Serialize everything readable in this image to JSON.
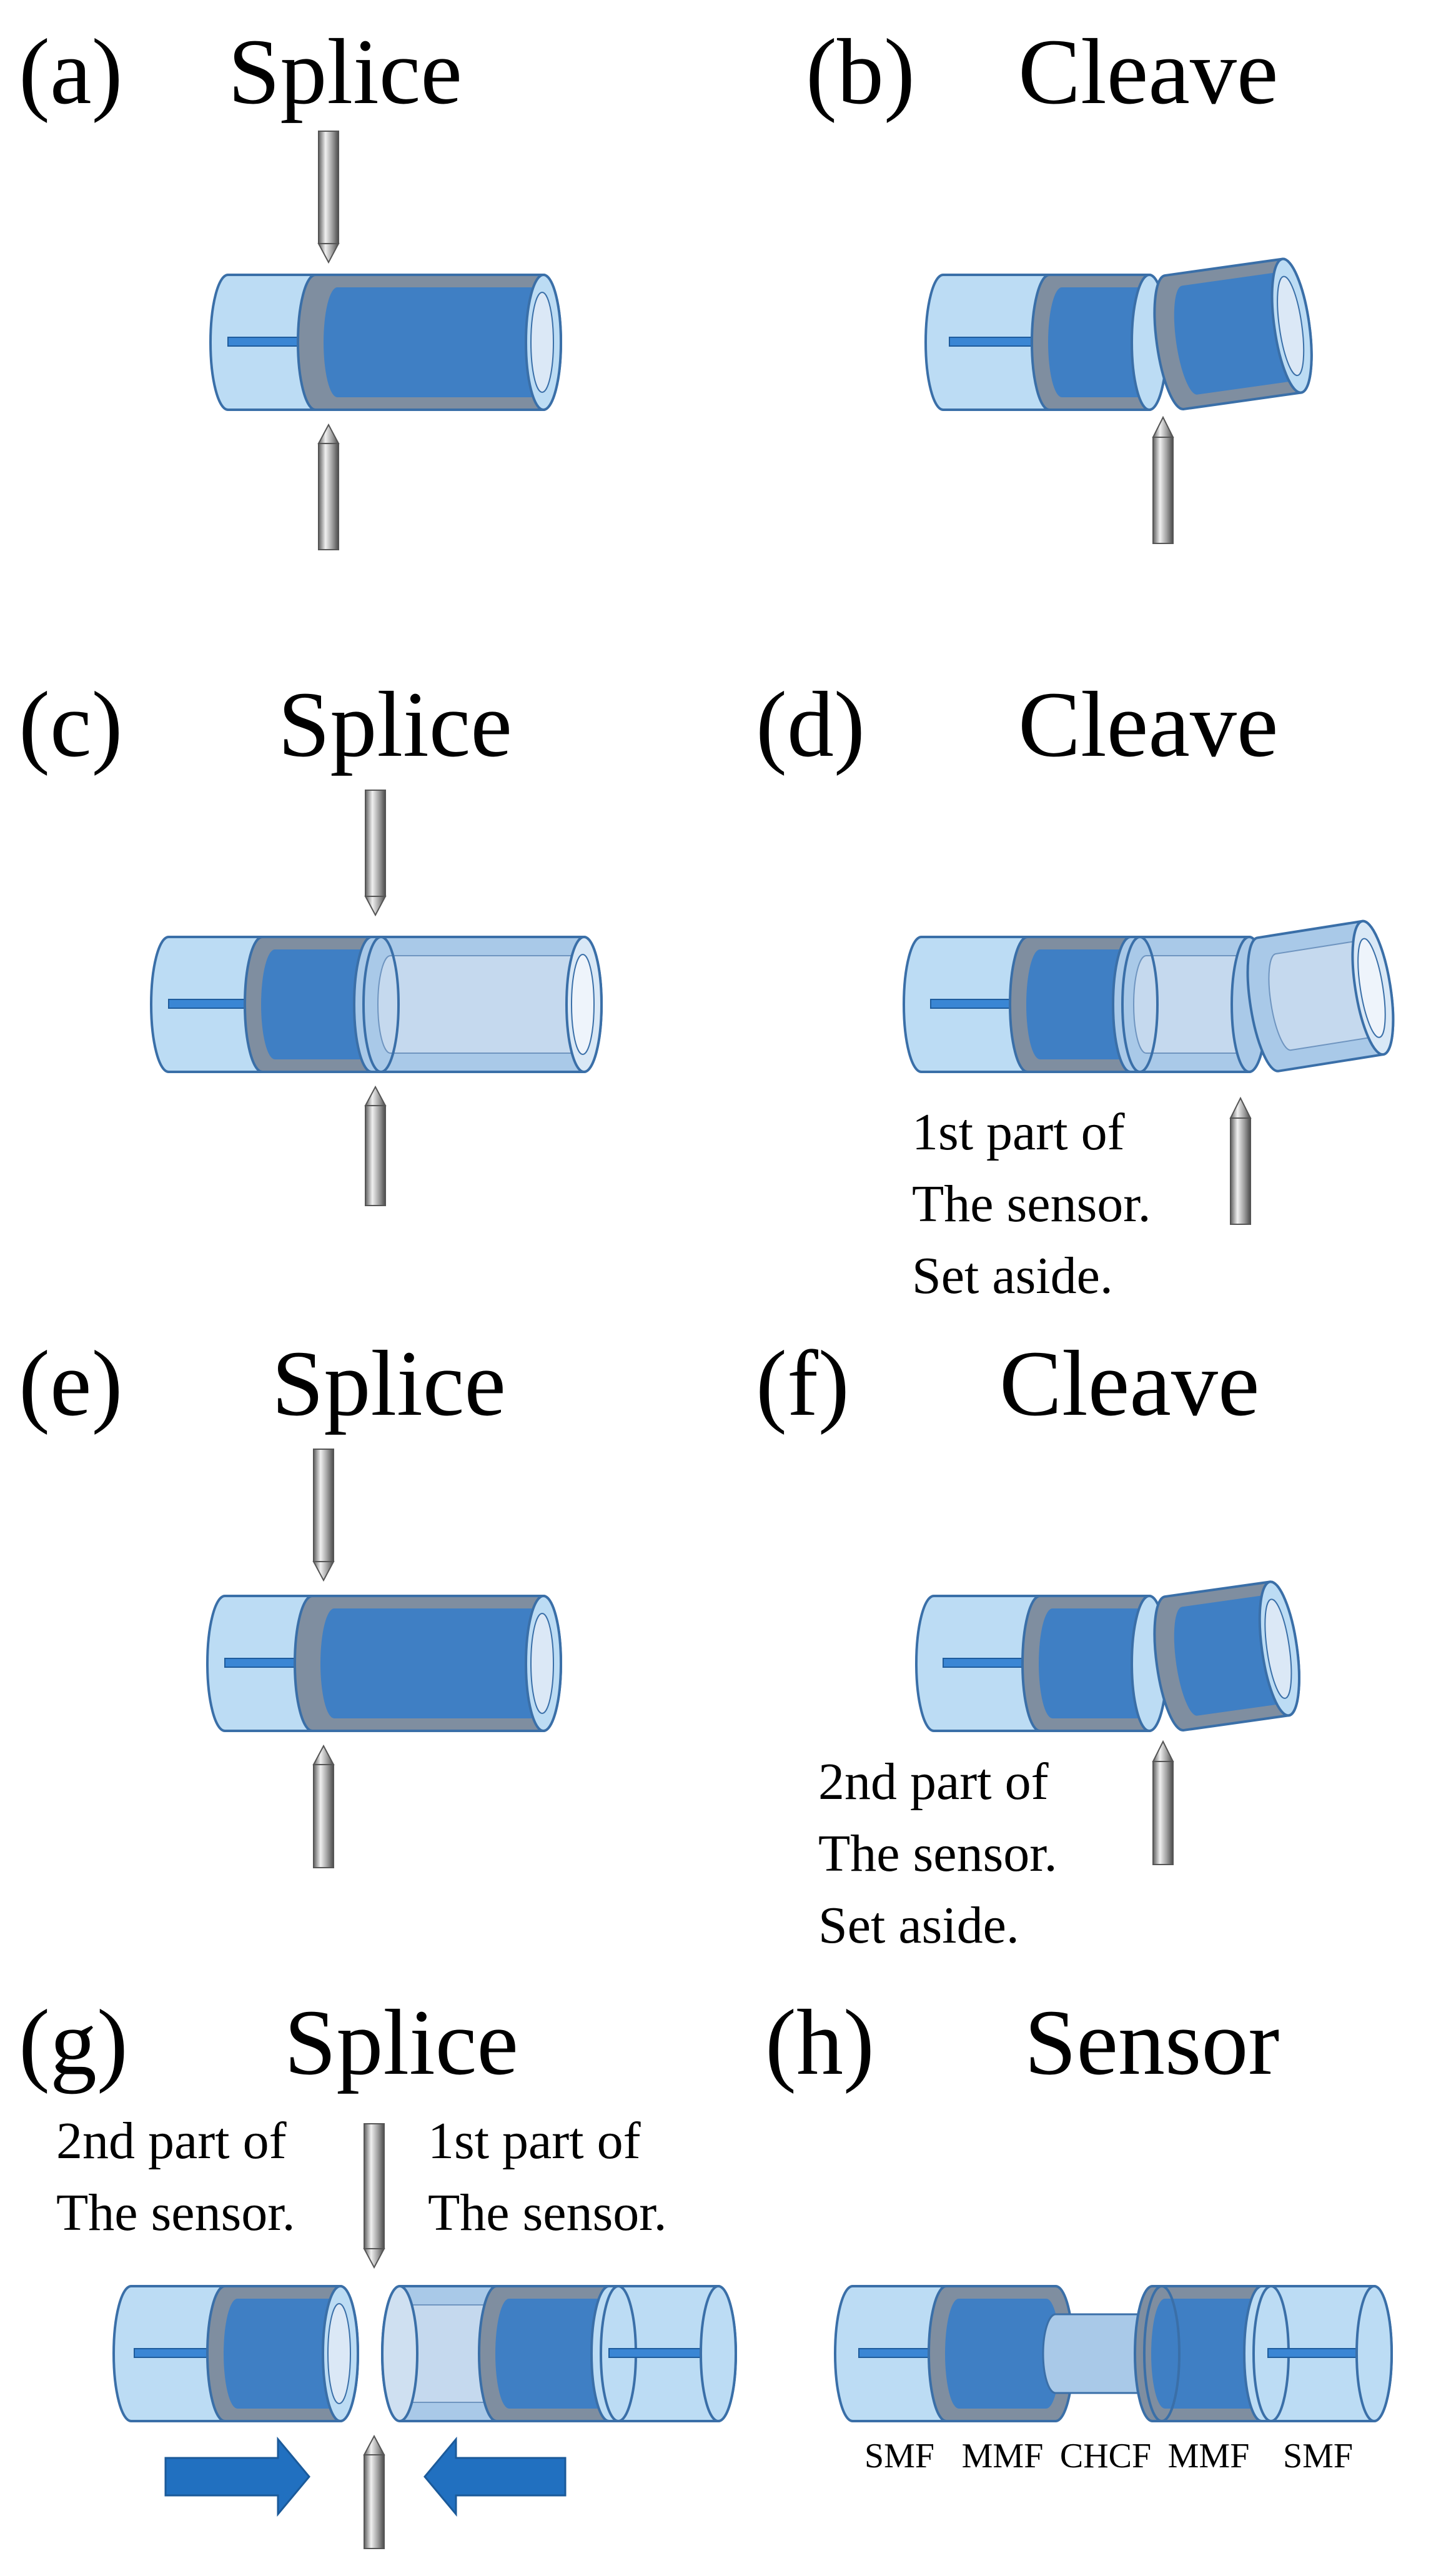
{
  "panels": {
    "a": {
      "label": "(a)",
      "title": "Splice"
    },
    "b": {
      "label": "(b)",
      "title": "Cleave"
    },
    "c": {
      "label": "(c)",
      "title": "Splice"
    },
    "d": {
      "label": "(d)",
      "title": "Cleave",
      "note": [
        "1st part of",
        "The sensor.",
        "Set aside."
      ]
    },
    "e": {
      "label": "(e)",
      "title": "Splice"
    },
    "f": {
      "label": "(f)",
      "title": "Cleave",
      "note": [
        "2nd part of",
        "The sensor.",
        "Set aside."
      ]
    },
    "g": {
      "label": "(g)",
      "title": "Splice",
      "note_left": [
        "2nd part of",
        "The sensor."
      ],
      "note_right": [
        "1st part of",
        "The sensor."
      ]
    },
    "h": {
      "label": "(h)",
      "title": "Sensor",
      "segments": [
        "SMF",
        "MMF",
        "CHCF",
        "MMF",
        "SMF"
      ]
    }
  },
  "colors": {
    "smf": "#bcdcf4",
    "mmf": "#3f7fc4",
    "chcf": "#a9c9e8",
    "outline": "#3a6fa8",
    "core": "#3a86d4",
    "arrow": "#2170c0",
    "electrode": "#9a9a9a"
  }
}
